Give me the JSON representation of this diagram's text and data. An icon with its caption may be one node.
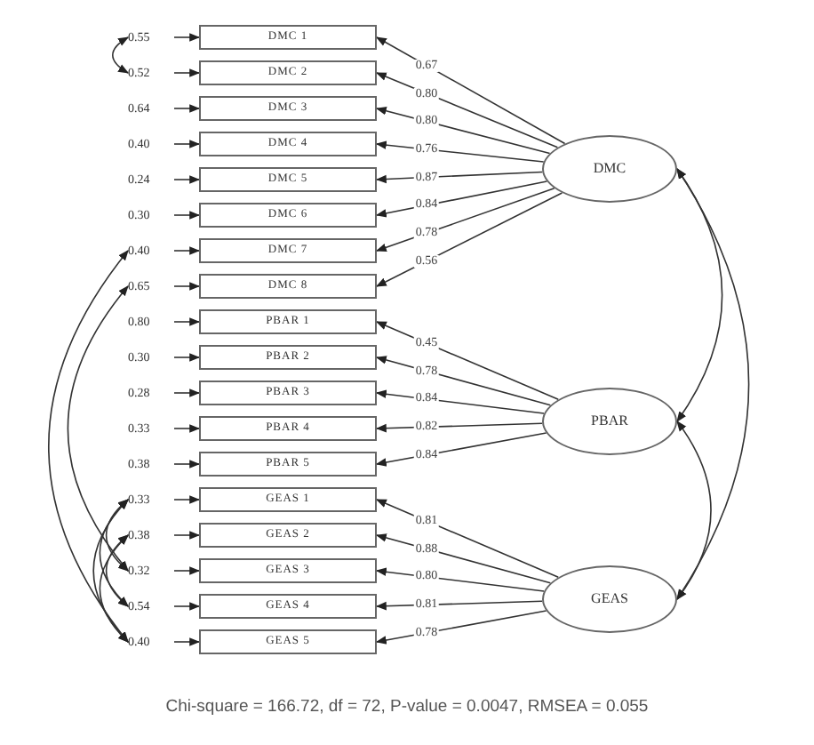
{
  "diagram": {
    "caption": "Chi-square = 166.72, df = 72, P-value = 0.0047, RMSEA = 0.055",
    "nodes": [
      {
        "text": [
          "DMC 1"
        ]
      },
      {
        "text": [
          "DMC 2"
        ]
      },
      {
        "text": [
          "DMC 3"
        ]
      },
      {
        "text": [
          "DMC 4"
        ]
      },
      {
        "text": [
          "DMC 5"
        ]
      },
      {
        "text": [
          "DMC 6"
        ]
      },
      {
        "text": [
          "DMC 7"
        ]
      },
      {
        "text": [
          "DMC 8"
        ]
      },
      {
        "text": [
          "PBAR 1"
        ]
      },
      {
        "text": [
          "PBAR 2"
        ]
      },
      {
        "text": [
          "PBAR 3"
        ]
      },
      {
        "text": [
          "PBAR 4"
        ]
      },
      {
        "text": [
          "PBAR 5"
        ]
      },
      {
        "text": [
          "GEAS 1"
        ]
      },
      {
        "text": [
          "GEAS 2"
        ]
      },
      {
        "text": [
          "GEAS 3"
        ]
      },
      {
        "text": [
          "GEAS 4"
        ]
      },
      {
        "text": [
          "GEAS 5"
        ]
      },
      {
        "text": [
          "0.55"
        ]
      },
      {
        "text": [
          "0.52"
        ]
      },
      {
        "text": [
          "0.64"
        ]
      },
      {
        "text": [
          "0.40"
        ]
      },
      {
        "text": [
          "0.24"
        ]
      },
      {
        "text": [
          "0.30"
        ]
      },
      {
        "text": [
          "0.40"
        ]
      },
      {
        "text": [
          "0.65"
        ]
      },
      {
        "text": [
          "0.80"
        ]
      },
      {
        "text": [
          "0.30"
        ]
      },
      {
        "text": [
          "0.28"
        ]
      },
      {
        "text": [
          "0.33"
        ]
      },
      {
        "text": [
          "0.38"
        ]
      },
      {
        "text": [
          "0.33"
        ]
      },
      {
        "text": [
          "0.38"
        ]
      },
      {
        "text": [
          "0.32"
        ]
      },
      {
        "text": [
          "0.54"
        ]
      },
      {
        "text": [
          "0.40"
        ]
      },
      {
        "text": [
          "DMC"
        ]
      },
      {
        "text": [
          "PBAR"
        ]
      },
      {
        "text": [
          "GEAS"
        ]
      }
    ],
    "edges": [
      {
        "from": 18,
        "to": 0,
        "arrow": "to"
      },
      {
        "from": 19,
        "to": 1,
        "arrow": "to"
      },
      {
        "from": 20,
        "to": 2,
        "arrow": "to"
      },
      {
        "from": 21,
        "to": 3,
        "arrow": "to"
      },
      {
        "from": 22,
        "to": 4,
        "arrow": "to"
      },
      {
        "from": 23,
        "to": 5,
        "arrow": "to"
      },
      {
        "from": 24,
        "to": 6,
        "arrow": "to"
      },
      {
        "from": 25,
        "to": 7,
        "arrow": "to"
      },
      {
        "from": 26,
        "to": 8,
        "arrow": "to"
      },
      {
        "from": 27,
        "to": 9,
        "arrow": "to"
      },
      {
        "from": 28,
        "to": 10,
        "arrow": "to"
      },
      {
        "from": 29,
        "to": 11,
        "arrow": "to"
      },
      {
        "from": 30,
        "to": 12,
        "arrow": "to"
      },
      {
        "from": 31,
        "to": 13,
        "arrow": "to"
      },
      {
        "from": 32,
        "to": 14,
        "arrow": "to"
      },
      {
        "from": 33,
        "to": 15,
        "arrow": "to"
      },
      {
        "from": 34,
        "to": 16,
        "arrow": "to"
      },
      {
        "from": 35,
        "to": 17,
        "arrow": "to"
      },
      {
        "from": 36,
        "to": 0,
        "arrow": "to",
        "label": "0.67"
      },
      {
        "from": 36,
        "to": 1,
        "arrow": "to",
        "label": "0.80"
      },
      {
        "from": 36,
        "to": 2,
        "arrow": "to",
        "label": "0.80"
      },
      {
        "from": 36,
        "to": 3,
        "arrow": "to",
        "label": "0.76"
      },
      {
        "from": 36,
        "to": 4,
        "arrow": "to",
        "label": "0.87"
      },
      {
        "from": 36,
        "to": 5,
        "arrow": "to",
        "label": "0.84"
      },
      {
        "from": 36,
        "to": 6,
        "arrow": "to",
        "label": "0.78"
      },
      {
        "from": 36,
        "to": 7,
        "arrow": "to",
        "label": "0.56"
      },
      {
        "from": 37,
        "to": 8,
        "arrow": "to",
        "label": "0.45"
      },
      {
        "from": 37,
        "to": 9,
        "arrow": "to",
        "label": "0.78"
      },
      {
        "from": 37,
        "to": 10,
        "arrow": "to",
        "label": "0.84"
      },
      {
        "from": 37,
        "to": 11,
        "arrow": "to",
        "label": "0.82"
      },
      {
        "from": 37,
        "to": 12,
        "arrow": "to",
        "label": "0.84"
      },
      {
        "from": 38,
        "to": 13,
        "arrow": "to",
        "label": "0.81"
      },
      {
        "from": 38,
        "to": 14,
        "arrow": "to",
        "label": "0.88"
      },
      {
        "from": 38,
        "to": 15,
        "arrow": "to",
        "label": "0.80"
      },
      {
        "from": 38,
        "to": 16,
        "arrow": "to",
        "label": "0.81"
      },
      {
        "from": 38,
        "to": 17,
        "arrow": "to",
        "label": "0.78"
      },
      {
        "from": 18,
        "to": 19,
        "arrow": "both"
      },
      {
        "from": 24,
        "to": 35,
        "arrow": "both"
      },
      {
        "from": 25,
        "to": 33,
        "arrow": "both"
      },
      {
        "from": 31,
        "to": 33,
        "arrow": "both"
      },
      {
        "from": 31,
        "to": 35,
        "arrow": "both"
      },
      {
        "from": 32,
        "to": 34,
        "arrow": "both"
      },
      {
        "from": 31,
        "to": 34,
        "arrow": "both"
      },
      {
        "from": 32,
        "to": 35,
        "arrow": "both"
      },
      {
        "from": 36,
        "to": 37,
        "arrow": "both"
      },
      {
        "from": 37,
        "to": 38,
        "arrow": "both"
      },
      {
        "from": 36,
        "to": 38,
        "arrow": "both"
      }
    ]
  }
}
